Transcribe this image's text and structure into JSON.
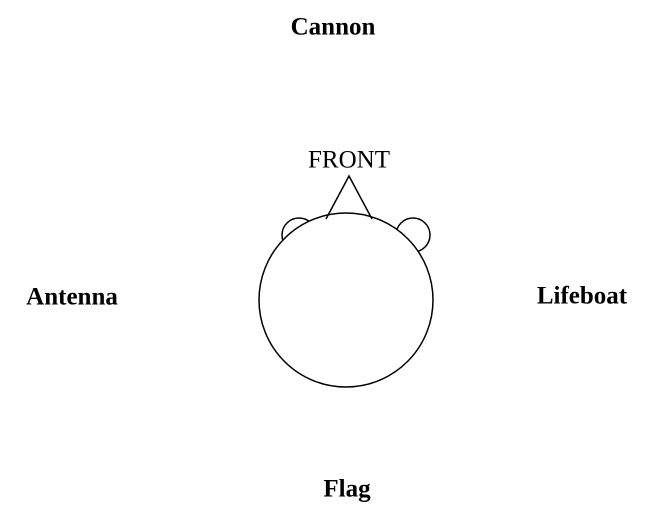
{
  "labels": {
    "top": "Cannon",
    "left": "Antenna",
    "right": "Lifeboat",
    "bottom": "Flag"
  },
  "head": {
    "front_label": "FRONT"
  }
}
